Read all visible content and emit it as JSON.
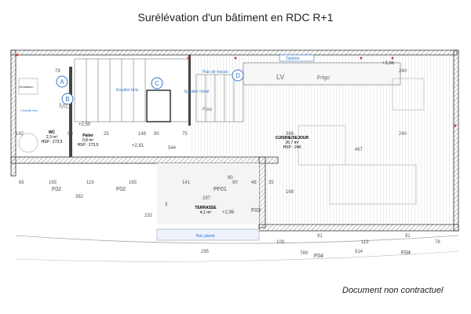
{
  "title": "Surélévation d'un bâtiment en RDC R+1",
  "footer_note": "Document non contractuel",
  "rooms": {
    "wc": {
      "name": "WC",
      "area": "2,3 m²",
      "hsp": "HSP : 273,5"
    },
    "palier": {
      "name": "Palier",
      "area": "0,8 m²",
      "hsp": "HSP : 273,5"
    },
    "cuisine": {
      "name": "CUISINE/SEJOUR",
      "area": "26,7 m²",
      "hsp": "HSP : 244"
    },
    "terrasse": {
      "name": "TERRASSE",
      "area": "4,1 m²"
    }
  },
  "labels": {
    "escalier_bois": "Escalier bois",
    "escalier_metal": "Escalier métal",
    "plan_travail": "Plan de travail",
    "tablette": "Tablette",
    "frigo": "Frigo",
    "four": "Four",
    "lv": "LV",
    "ml": "ML",
    "bac_plante": "Bac planté",
    "chauffe_eau": "Chauffe-eau",
    "ventilation": "Ventilation"
  },
  "markers": {
    "a": "A",
    "b": "B",
    "c": "C",
    "d": "D"
  },
  "frames": {
    "f02a": "F02",
    "f02b": "F02",
    "f04a": "F04",
    "f04b": "F04",
    "f03": "F03",
    "pf01": "PF01"
  },
  "levels": {
    "l1": "+2,50",
    "l2": "+2,81",
    "l3": "+2,96",
    "l4": "+3,86"
  },
  "dimensions": {
    "d79": "79",
    "d142": "142",
    "d90a": "90",
    "d90b": "90",
    "d148": "148",
    "d75": "75",
    "d25": "25",
    "d544": "544",
    "d368": "368",
    "d240a": "240",
    "d240b": "240",
    "d467": "467",
    "d65": "65",
    "d165a": "165",
    "d119a": "119",
    "d382": "382",
    "d165b": "165",
    "d90c": "90",
    "d141": "141",
    "d297": "297",
    "d90d": "90",
    "d48": "48",
    "d35": "35",
    "d168": "168",
    "d232": "232",
    "d295": "295",
    "d109": "109",
    "d91a": "91",
    "d119b": "119",
    "d91b": "91",
    "d78": "78",
    "d789": "789",
    "d514": "514",
    "d3": "3"
  }
}
